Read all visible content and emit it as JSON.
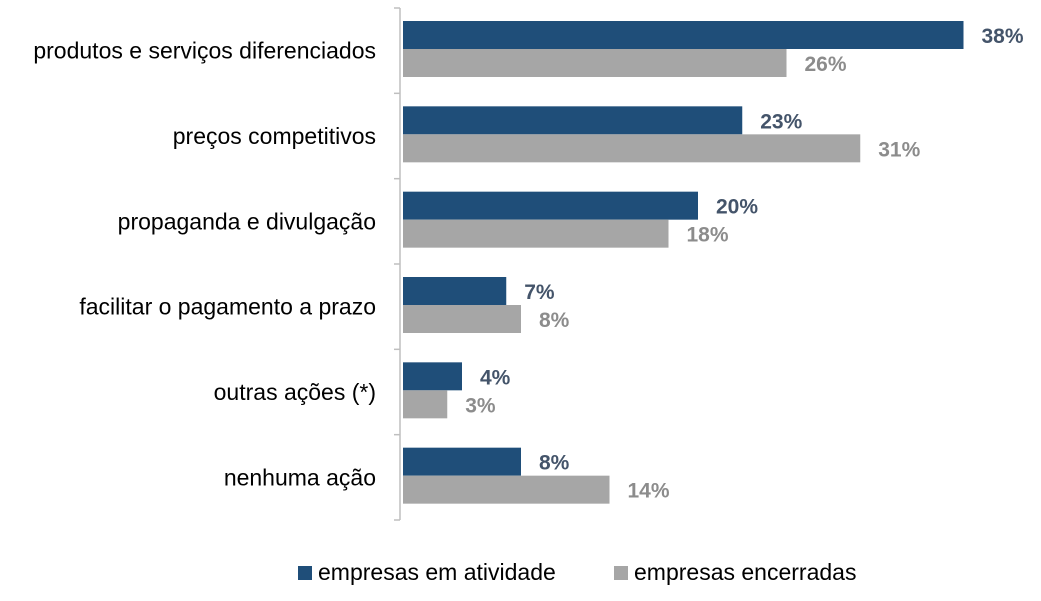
{
  "chart_data": {
    "type": "bar",
    "orientation": "horizontal",
    "categories": [
      "produtos e serviços diferenciados",
      "preços competitivos",
      "propaganda e divulgação",
      "facilitar o pagamento a prazo",
      "outras ações (*)",
      "nenhuma ação"
    ],
    "series": [
      {
        "name": "empresas em atividade",
        "values": [
          38,
          23,
          20,
          7,
          4,
          8
        ],
        "labels": [
          "38%",
          "23%",
          "20%",
          "7%",
          "4%",
          "8%"
        ],
        "color": "#1f4e79",
        "label_color": "#44546a"
      },
      {
        "name": "empresas encerradas",
        "values": [
          26,
          31,
          18,
          8,
          3,
          14
        ],
        "labels": [
          "26%",
          "31%",
          "18%",
          "8%",
          "3%",
          "14%"
        ],
        "color": "#a6a6a6",
        "label_color": "#8c8c8c"
      }
    ],
    "xlim": [
      0,
      40
    ],
    "grid": false,
    "legend_position": "bottom"
  }
}
